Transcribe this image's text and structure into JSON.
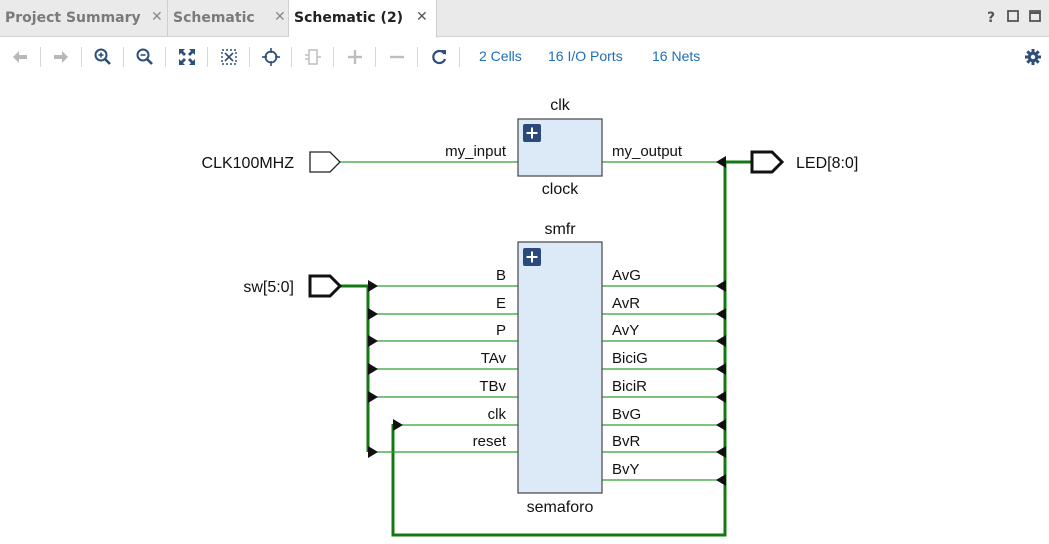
{
  "tabs": [
    {
      "label": "Project Summary",
      "active": false
    },
    {
      "label": "Schematic",
      "active": false
    },
    {
      "label": "Schematic (2)",
      "active": true
    }
  ],
  "window_buttons": {
    "help": "?",
    "restore": "☐",
    "maximize": "☐"
  },
  "toolbar": {
    "icons": [
      "back-icon",
      "forward-icon",
      "zoom-in-icon",
      "zoom-out-icon",
      "fit-icon",
      "zoom-area-icon",
      "center-icon",
      "cell-icon",
      "expand-icon",
      "collapse-icon",
      "refresh-icon",
      "settings-icon"
    ],
    "links": {
      "cells": "2 Cells",
      "ports": "16 I/O Ports",
      "nets": "16 Nets"
    }
  },
  "schematic": {
    "ports": {
      "clk_in": "CLK100MHZ",
      "sw": "sw[5:0]",
      "led": "LED[8:0]"
    },
    "cells": {
      "clk": {
        "instance": "clk",
        "type": "clock",
        "inputs": [
          "my_input"
        ],
        "outputs": [
          "my_output"
        ]
      },
      "smfr": {
        "instance": "smfr",
        "type": "semaforo",
        "inputs": [
          "B",
          "E",
          "P",
          "TAv",
          "TBv",
          "clk",
          "reset"
        ],
        "outputs": [
          "AvG",
          "AvR",
          "AvY",
          "BiciG",
          "BiciR",
          "BvG",
          "BvR",
          "BvY"
        ]
      }
    },
    "colors": {
      "net": "#2ea02e",
      "bus": "#137a13",
      "cell_fill": "#dce9f7",
      "cell_border": "#444444",
      "expand_badge": "#2b4a7a"
    }
  }
}
